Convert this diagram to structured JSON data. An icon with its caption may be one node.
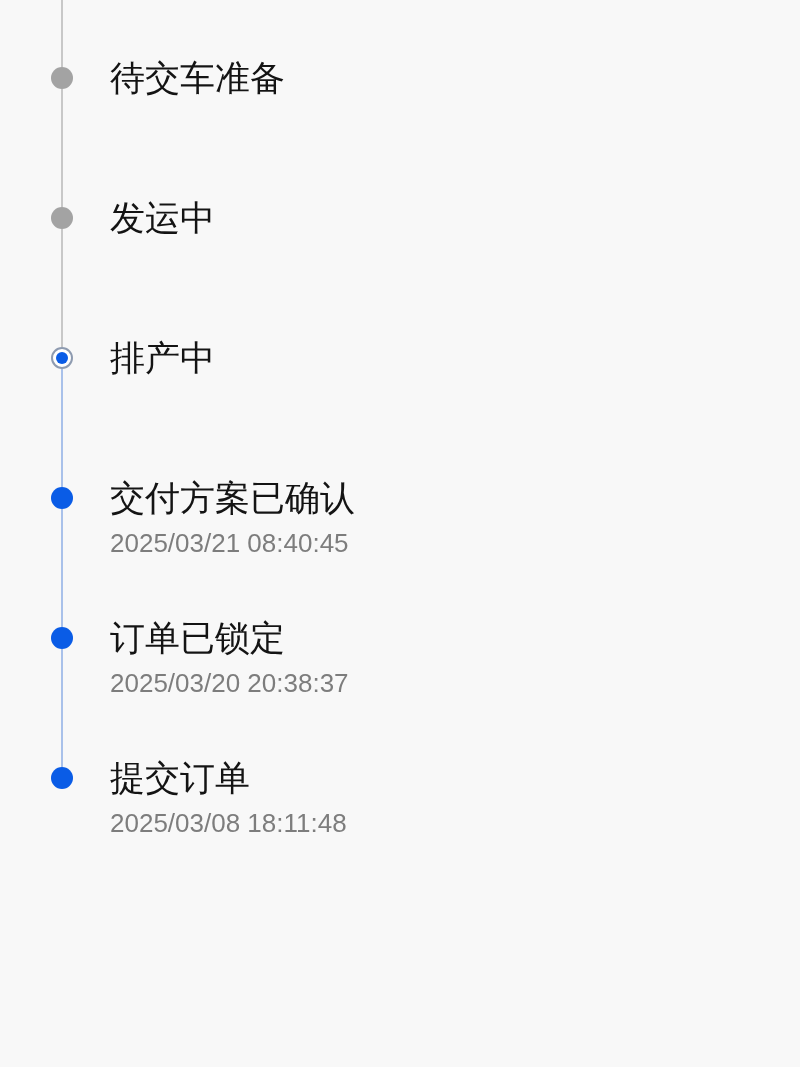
{
  "diagram": {
    "nodes": [
      {
        "text": [],
        "shape": "circle",
        "beside": [
          "待交车准备"
        ]
      },
      {
        "text": [],
        "shape": "circle",
        "beside": [
          "发运中"
        ]
      },
      {
        "text": [],
        "shape": "ring",
        "beside": [
          "排产中"
        ]
      },
      {
        "text": [],
        "shape": "circle",
        "beside": [
          "交付方案已确认",
          "2025/03/21 08:40:45"
        ]
      },
      {
        "text": [],
        "shape": "circle",
        "beside": [
          "订单已锁定",
          "2025/03/20 20:38:37"
        ]
      },
      {
        "text": [],
        "shape": "circle",
        "beside": [
          "提交订单",
          "2025/03/08 18:11:48"
        ]
      }
    ],
    "edges": [
      {
        "from": null,
        "to": 0,
        "arrow": "none",
        "color": "#c8c8c8"
      },
      {
        "from": 0,
        "to": 1,
        "arrow": "none",
        "color": "#c8c8c8"
      },
      {
        "from": 1,
        "to": 2,
        "arrow": "none",
        "color": "#c8c8c8"
      },
      {
        "from": 2,
        "to": 3,
        "arrow": "none",
        "color": "#a9c1ea"
      },
      {
        "from": 3,
        "to": 4,
        "arrow": "none",
        "color": "#a9c1ea"
      },
      {
        "from": 4,
        "to": 5,
        "arrow": "none",
        "color": "#a9c1ea"
      }
    ]
  }
}
